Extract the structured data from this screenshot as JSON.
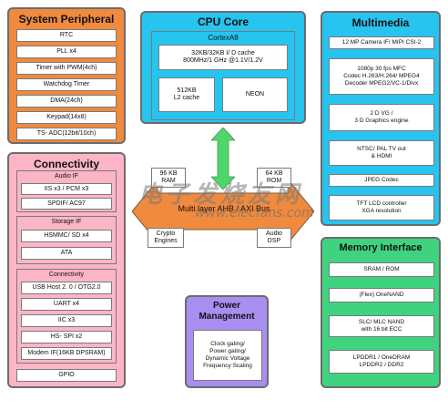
{
  "system_peripheral": {
    "title": "System Peripheral",
    "items": [
      "RTC",
      "PLL x4",
      "Timer with PWM(4ch)",
      "Watchdog Timer",
      "DMA(24ch)",
      "Keypad(14x8)",
      "TS- ADC(12bit/10ch)"
    ]
  },
  "connectivity": {
    "title": "Connectivity",
    "audio_if": {
      "title": "Audio IF",
      "items": [
        "IIS x3 / PCM x3",
        "SPDIF/ AC97"
      ]
    },
    "storage_if": {
      "title": "Storage IF",
      "items": [
        "HSMMC/ SD x4",
        "ATA"
      ]
    },
    "connectivity_group": {
      "title": "Connectivity",
      "items": [
        "USB Host 2. 0 / OTG2.0",
        "UART x4",
        "IIC x3",
        "HS- SPI x2",
        "Modem IF(16KB DPSRAM)"
      ]
    },
    "gpio": "GPIO"
  },
  "cpu_core": {
    "title": "CPU Core",
    "cortex_title": "CortexA8",
    "cache_top": "32KB/32KB I/ D cache\n800MHz/1 GHz @1.1V/1.2V",
    "l2_cache": "512KB\nL2 cache",
    "neon": "NEON"
  },
  "bus": {
    "label": "Multi layer AHB / AXI Bus",
    "ram": "96 KB\nRAM",
    "rom": "64 KB\nROM",
    "crypto": "Crypto\nEngines",
    "audio_dsp": "Audio\nDSP"
  },
  "multimedia": {
    "title": "Multimedia",
    "items": [
      "12  MP Camera IF/ MIPI CSI-2",
      "1080p 30 fps MFC\nCodec    H.263/H.264/ MPEG4\nDecoder   MPEG2/VC-1/Divx",
      "2 D VG /\n3  D Graphics engine",
      "NTSC/  PAL TV out\n& HDMI",
      "JPEG Codec",
      "TFT LCD controller\nXGA resolution"
    ]
  },
  "memory_interface": {
    "title": "Memory Interface",
    "items": [
      "SRAM / ROM",
      "(Flex) OneNAND",
      "SLC/  MLC NAND\nwith 16 bit ECC",
      "LPDDR1 / OneDRAM\nLPDDR2 / DDR2"
    ]
  },
  "power_management": {
    "title": "Power\nManagement",
    "body": "Clock gating/\nPower gating/\nDynamic Voltage\nFrequency Scaling"
  },
  "watermark": {
    "text": "电子发烧友网",
    "url": "www.elecfans.com"
  },
  "colors": {
    "orange": "#f08a3e",
    "pink": "#fbb5c7",
    "cyan": "#27c4f0",
    "green": "#3fd37f",
    "purple": "#a98ef2",
    "arrow": "#f08a3e",
    "updown_arrow": "#4fd66a"
  }
}
